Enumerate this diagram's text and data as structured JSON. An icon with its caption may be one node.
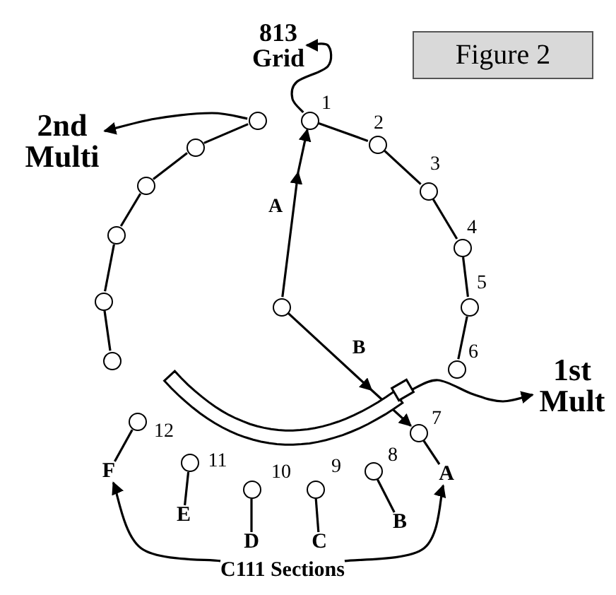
{
  "diagram": {
    "title": "Figure 2",
    "nodes": [
      {
        "text": [],
        "shape": "circle"
      },
      {
        "text": [],
        "shape": "circle",
        "beside": [
          "1"
        ]
      },
      {
        "text": [],
        "shape": "circle",
        "beside": [
          "2"
        ]
      },
      {
        "text": [],
        "shape": "circle",
        "beside": [
          "3"
        ]
      },
      {
        "text": [],
        "shape": "circle",
        "beside": [
          "4"
        ]
      },
      {
        "text": [],
        "shape": "circle",
        "beside": [
          "5"
        ]
      },
      {
        "text": [],
        "shape": "circle",
        "beside": [
          "6"
        ]
      },
      {
        "text": [],
        "shape": "circle",
        "beside": [
          "7"
        ]
      },
      {
        "text": [],
        "shape": "circle",
        "beside": [
          "8"
        ]
      },
      {
        "text": [],
        "shape": "circle",
        "beside": [
          "9"
        ]
      },
      {
        "text": [],
        "shape": "circle",
        "beside": [
          "10"
        ]
      },
      {
        "text": [],
        "shape": "circle",
        "beside": [
          "11"
        ]
      },
      {
        "text": [],
        "shape": "circle",
        "beside": [
          "12"
        ]
      },
      {
        "text": [],
        "shape": "circle"
      },
      {
        "text": [],
        "shape": "circle"
      },
      {
        "text": [],
        "shape": "circle"
      },
      {
        "text": [],
        "shape": "circle"
      },
      {
        "text": [],
        "shape": "circle"
      },
      {
        "text": [],
        "shape": "circle"
      },
      {
        "text": [],
        "shape": "bar"
      },
      {
        "text": [
          "813 Grid"
        ]
      },
      {
        "text": [
          "2nd Multi"
        ]
      },
      {
        "text": [
          "1st Mult"
        ]
      },
      {
        "text": [
          "A"
        ]
      },
      {
        "text": [
          "B"
        ]
      },
      {
        "text": [
          "C"
        ]
      },
      {
        "text": [
          "D"
        ]
      },
      {
        "text": [
          "E"
        ]
      },
      {
        "text": [
          "F"
        ]
      },
      {
        "text": [
          "C111 Sections"
        ]
      }
    ],
    "edges": [
      {
        "from": 0,
        "to": 1,
        "arrow": "to",
        "label": "A"
      },
      {
        "from": 0,
        "to": 7,
        "arrow": "to",
        "label": "B"
      },
      {
        "from": 1,
        "to": 2,
        "arrow": "none"
      },
      {
        "from": 2,
        "to": 3,
        "arrow": "none"
      },
      {
        "from": 3,
        "to": 4,
        "arrow": "none"
      },
      {
        "from": 4,
        "to": 5,
        "arrow": "none"
      },
      {
        "from": 5,
        "to": 6,
        "arrow": "none"
      },
      {
        "from": 13,
        "to": 14,
        "arrow": "none"
      },
      {
        "from": 14,
        "to": 15,
        "arrow": "none"
      },
      {
        "from": 15,
        "to": 16,
        "arrow": "none"
      },
      {
        "from": 16,
        "to": 17,
        "arrow": "none"
      },
      {
        "from": 17,
        "to": 18,
        "arrow": "none"
      },
      {
        "from": 1,
        "to": 20,
        "arrow": "to"
      },
      {
        "from": 13,
        "to": 21,
        "arrow": "to"
      },
      {
        "from": 19,
        "to": 22,
        "arrow": "to"
      },
      {
        "from": 23,
        "to": 7,
        "arrow": "none"
      },
      {
        "from": 24,
        "to": 8,
        "arrow": "none"
      },
      {
        "from": 25,
        "to": 9,
        "arrow": "none"
      },
      {
        "from": 26,
        "to": 10,
        "arrow": "none"
      },
      {
        "from": 27,
        "to": 11,
        "arrow": "none"
      },
      {
        "from": 28,
        "to": 12,
        "arrow": "none"
      },
      {
        "from": 29,
        "to": 28,
        "arrow": "to"
      },
      {
        "from": 29,
        "to": 23,
        "arrow": "to"
      }
    ]
  }
}
